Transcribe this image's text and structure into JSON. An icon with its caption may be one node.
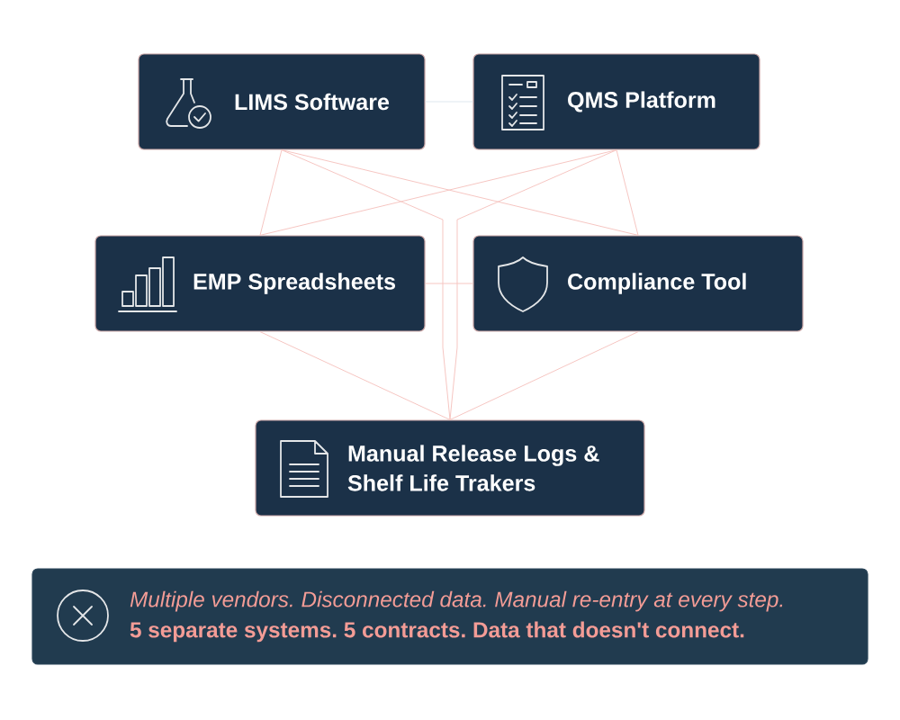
{
  "diagram": {
    "nodes": [
      {
        "text": [
          "LIMS Software"
        ]
      },
      {
        "text": [
          "QMS Platform"
        ]
      },
      {
        "text": [
          "EMP Spreadsheets"
        ]
      },
      {
        "text": [
          "Compliance Tool"
        ]
      },
      {
        "text": [
          "Manual Release Logs & Shelf Life Trakers"
        ]
      },
      {
        "text": [
          "Multiple vendors. Disconnected data. Manual re-entry at every step.",
          "5 separate systems. 5 contracts. Data that doesn't connect."
        ]
      }
    ],
    "edges": [
      {
        "from": 0,
        "to": 1,
        "arrow": "none",
        "color": "#dfe8ef"
      },
      {
        "from": 0,
        "to": 2,
        "arrow": "none"
      },
      {
        "from": 0,
        "to": 3,
        "arrow": "none"
      },
      {
        "from": 0,
        "to": 4,
        "arrow": "none"
      },
      {
        "from": 1,
        "to": 2,
        "arrow": "none"
      },
      {
        "from": 1,
        "to": 3,
        "arrow": "none"
      },
      {
        "from": 1,
        "to": 4,
        "arrow": "none"
      },
      {
        "from": 2,
        "to": 3,
        "arrow": "none"
      },
      {
        "from": 2,
        "to": 4,
        "arrow": "none"
      },
      {
        "from": 3,
        "to": 4,
        "arrow": "none"
      }
    ]
  }
}
